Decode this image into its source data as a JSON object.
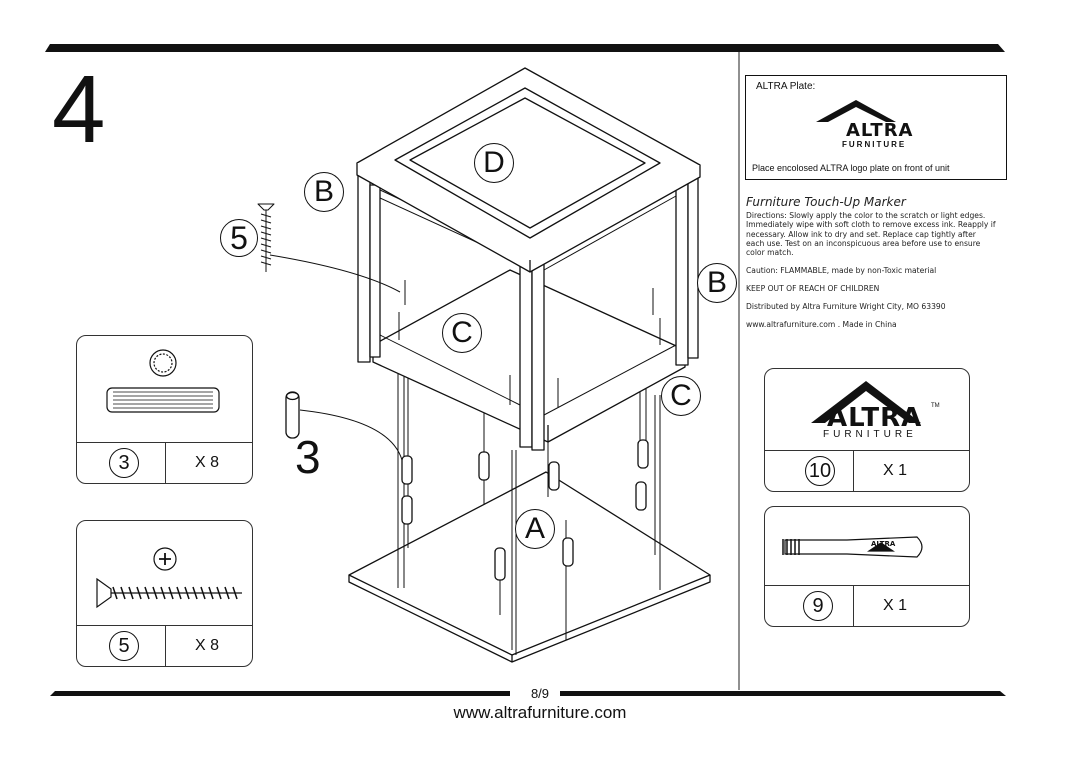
{
  "step_number": "4",
  "callouts": {
    "d": "D",
    "b_left": "B",
    "b_right": "B",
    "c_inner": "C",
    "c_outer": "C",
    "a": "A",
    "screw_num": "5",
    "dowel_num": "3"
  },
  "parts": [
    {
      "id": "3",
      "qty": "X 8"
    },
    {
      "id": "5",
      "qty": "X 8"
    },
    {
      "id": "10",
      "qty": "X 1"
    },
    {
      "id": "9",
      "qty": "X 1"
    }
  ],
  "plate": {
    "label": "ALTRA Plate:",
    "logo": "ALTRA",
    "logo_sub": "FURNITURE",
    "note": "Place encolosed ALTRA logo plate on front of unit"
  },
  "logo_card": {
    "logo": "ALTRA",
    "sub": "FURNITURE",
    "tm": "TM"
  },
  "marker_label": "ALTRA",
  "touchup": {
    "title": "Furniture Touch-Up Marker",
    "directions_label": "Directions:",
    "directions": "Slowly apply the color to the scratch or light edges. Immediately wipe with soft cloth to remove excess ink. Reapply if necessary. Allow ink to dry and set. Replace cap tightly after each use. Test on an inconspicuous area before use to ensure color match.",
    "caution": "Caution: FLAMMABLE, made by non-Toxic material",
    "keep": "KEEP OUT OF REACH OF CHILDREN",
    "distributed": "Distributed by Altra Furniture Wright City, MO 63390",
    "web": "www.altrafurniture.com . Made in China"
  },
  "footer": {
    "page": "8/9",
    "url": "www.altrafurniture.com"
  }
}
